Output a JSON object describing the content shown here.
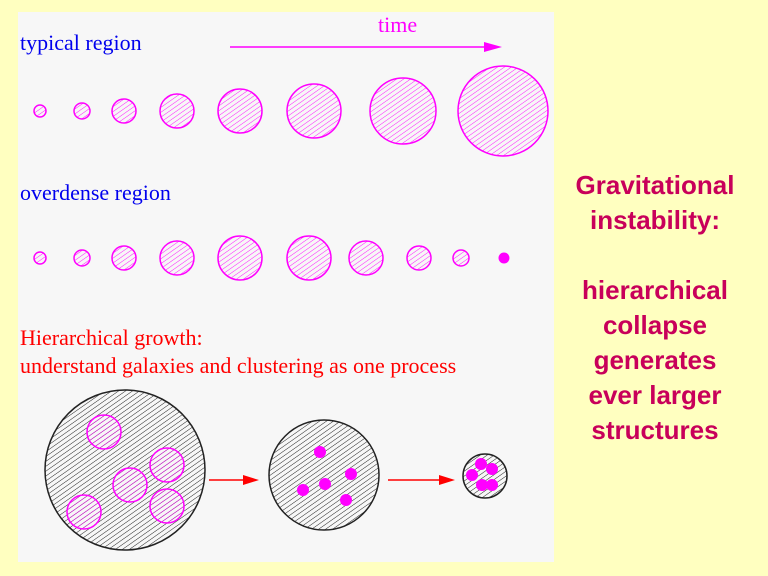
{
  "labels": {
    "typical_region": "typical region",
    "time": "time",
    "overdense_region": "overdense region",
    "hierarchical_line1": "Hierarchical growth:",
    "hierarchical_line2": "understand galaxies and clustering as one process"
  },
  "side_text": {
    "line1": "Gravitational",
    "line2": "instability:",
    "line3": "hierarchical",
    "line4": "collapse",
    "line5": "generates",
    "line6": "ever larger",
    "line7": "structures"
  },
  "colors": {
    "background": "#ffffc0",
    "panel": "#f7f7f7",
    "label_blue": "#0000ee",
    "magenta": "#ff00ff",
    "red": "#ff0000",
    "side_text": "#c8005a"
  }
}
